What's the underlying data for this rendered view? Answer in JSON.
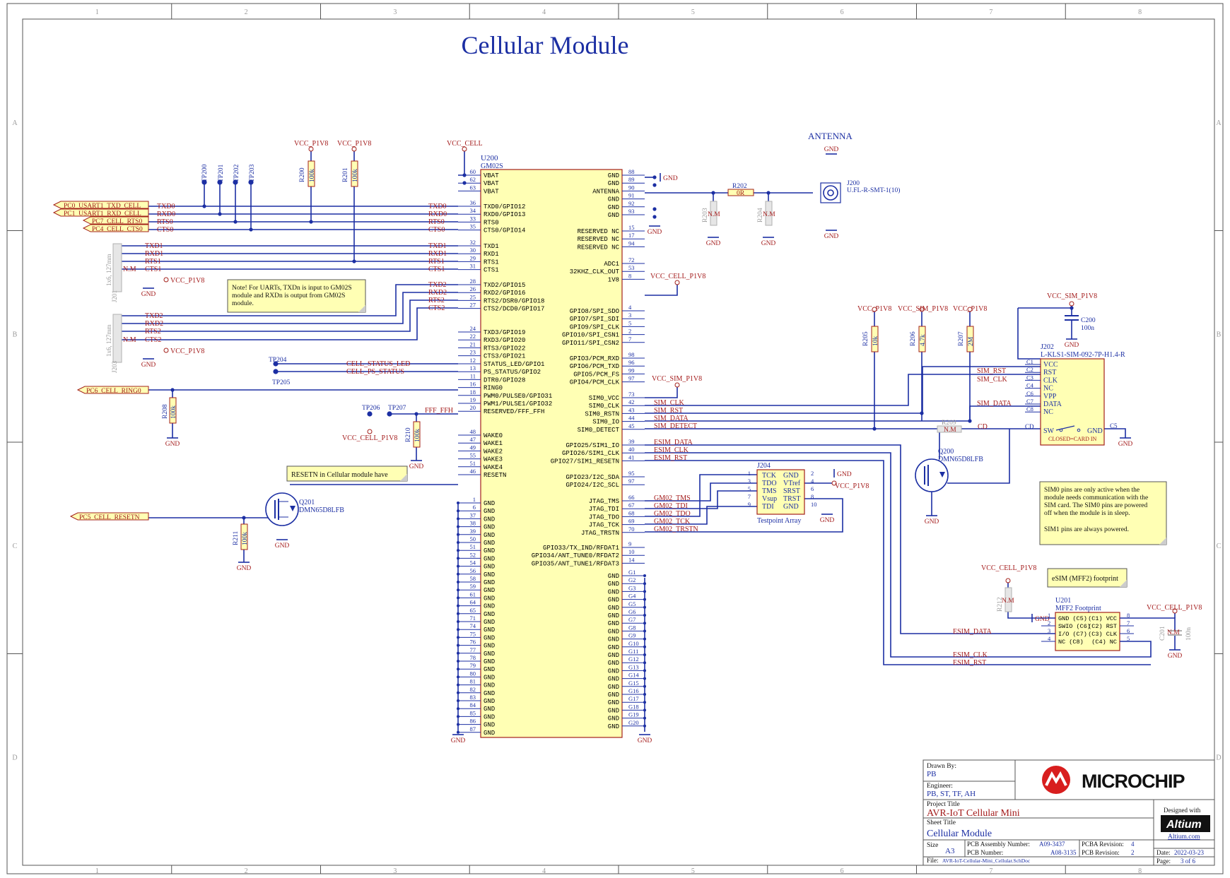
{
  "sheet": {
    "title": "Cellular Module",
    "col_labels": [
      "1",
      "2",
      "3",
      "4",
      "5",
      "6",
      "7",
      "8"
    ],
    "row_labels": [
      "A",
      "B",
      "C",
      "D"
    ]
  },
  "u200": {
    "ref": "U200",
    "part": "GM02S",
    "left_pins": [
      {
        "num": "60",
        "name": "VBAT"
      },
      {
        "num": "62",
        "name": "VBAT"
      },
      {
        "num": "63",
        "name": "VBAT"
      },
      {
        "num": "36",
        "name": "TXD0/GPIO12"
      },
      {
        "num": "34",
        "name": "RXD0/GPIO13"
      },
      {
        "num": "33",
        "name": "RTS0"
      },
      {
        "num": "35",
        "name": "CTS0/GPIO14"
      },
      {
        "num": "32",
        "name": "TXD1"
      },
      {
        "num": "30",
        "name": "RXD1"
      },
      {
        "num": "29",
        "name": "RTS1"
      },
      {
        "num": "31",
        "name": "CTS1"
      },
      {
        "num": "28",
        "name": "TXD2/GPIO15"
      },
      {
        "num": "26",
        "name": "RXD2/GPIO16"
      },
      {
        "num": "25",
        "name": "RTS2/DSR0/GPIO18"
      },
      {
        "num": "27",
        "name": "CTS2/DCD0/GPIO17"
      },
      {
        "num": "24",
        "name": "TXD3/GPIO19"
      },
      {
        "num": "22",
        "name": "RXD3/GPIO20"
      },
      {
        "num": "21",
        "name": "RTS3/GPIO22"
      },
      {
        "num": "23",
        "name": "CTS3/GPIO21"
      },
      {
        "num": "12",
        "name": "STATUS_LED/GPIO1"
      },
      {
        "num": "13",
        "name": "PS_STATUS/GPIO2"
      },
      {
        "num": "11",
        "name": "DTR0/GPIO28"
      },
      {
        "num": "16",
        "name": "RING0"
      },
      {
        "num": "18",
        "name": "PWM0/PULSE0/GPIO31"
      },
      {
        "num": "19",
        "name": "PWM1/PULSE1/GPIO32"
      },
      {
        "num": "20",
        "name": "RESERVED/FFF_FFH"
      },
      {
        "num": "48",
        "name": "WAKE0"
      },
      {
        "num": "47",
        "name": "WAKE1"
      },
      {
        "num": "49",
        "name": "WAKE2"
      },
      {
        "num": "55",
        "name": "WAKE3"
      },
      {
        "num": "51",
        "name": "WAKE4"
      },
      {
        "num": "46",
        "name": "RESETN"
      },
      {
        "num": "1",
        "name": "GND"
      },
      {
        "num": "6",
        "name": "GND"
      },
      {
        "num": "37",
        "name": "GND"
      },
      {
        "num": "38",
        "name": "GND"
      },
      {
        "num": "39",
        "name": "GND"
      },
      {
        "num": "50",
        "name": "GND"
      },
      {
        "num": "51",
        "name": "GND"
      },
      {
        "num": "52",
        "name": "GND"
      },
      {
        "num": "54",
        "name": "GND"
      },
      {
        "num": "56",
        "name": "GND"
      },
      {
        "num": "58",
        "name": "GND"
      },
      {
        "num": "59",
        "name": "GND"
      },
      {
        "num": "61",
        "name": "GND"
      },
      {
        "num": "64",
        "name": "GND"
      },
      {
        "num": "65",
        "name": "GND"
      },
      {
        "num": "71",
        "name": "GND"
      },
      {
        "num": "74",
        "name": "GND"
      },
      {
        "num": "75",
        "name": "GND"
      },
      {
        "num": "76",
        "name": "GND"
      },
      {
        "num": "77",
        "name": "GND"
      },
      {
        "num": "78",
        "name": "GND"
      },
      {
        "num": "79",
        "name": "GND"
      },
      {
        "num": "80",
        "name": "GND"
      },
      {
        "num": "81",
        "name": "GND"
      },
      {
        "num": "82",
        "name": "GND"
      },
      {
        "num": "83",
        "name": "GND"
      },
      {
        "num": "84",
        "name": "GND"
      },
      {
        "num": "85",
        "name": "GND"
      },
      {
        "num": "86",
        "name": "GND"
      },
      {
        "num": "87",
        "name": "GND"
      }
    ],
    "right_pins": [
      {
        "num": "88",
        "name": "GND"
      },
      {
        "num": "89",
        "name": "GND"
      },
      {
        "num": "90",
        "name": "ANTENNA"
      },
      {
        "num": "91",
        "name": "GND"
      },
      {
        "num": "92",
        "name": "GND"
      },
      {
        "num": "93",
        "name": "GND"
      },
      {
        "num": "15",
        "name": "RESERVED NC"
      },
      {
        "num": "17",
        "name": "RESERVED NC"
      },
      {
        "num": "94",
        "name": "RESERVED NC"
      },
      {
        "num": "72",
        "name": "ADC1"
      },
      {
        "num": "53",
        "name": "32KHZ_CLK_OUT"
      },
      {
        "num": "8",
        "name": "1V8"
      },
      {
        "num": "4",
        "name": "GPIO8/SPI_SDO"
      },
      {
        "num": "3",
        "name": "GPIO7/SPI_SDI"
      },
      {
        "num": "5",
        "name": "GPIO9/SPI_CLK"
      },
      {
        "num": "2",
        "name": "GPIO10/SPI_CSN1"
      },
      {
        "num": "7",
        "name": "GPIO11/SPI_CSN2"
      },
      {
        "num": "98",
        "name": "GPIO3/PCM_RXD"
      },
      {
        "num": "96",
        "name": "GPIO6/PCM_TXD"
      },
      {
        "num": "99",
        "name": "GPIO5/PCM_FS"
      },
      {
        "num": "97",
        "name": "GPIO4/PCM_CLK"
      },
      {
        "num": "73",
        "name": "SIM0_VCC"
      },
      {
        "num": "42",
        "name": "SIM0_CLK"
      },
      {
        "num": "43",
        "name": "SIM0_RSTN"
      },
      {
        "num": "44",
        "name": "SIM0_IO"
      },
      {
        "num": "45",
        "name": "SIM0_DETECT"
      },
      {
        "num": "39",
        "name": "GPIO25/SIM1_IO"
      },
      {
        "num": "40",
        "name": "GPIO26/SIM1_CLK"
      },
      {
        "num": "41",
        "name": "GPIO27/SIM1_RESETN"
      },
      {
        "num": "95",
        "name": "GPIO23/I2C_SDA"
      },
      {
        "num": "97",
        "name": "GPIO24/I2C_SCL"
      },
      {
        "num": "66",
        "name": "JTAG_TMS"
      },
      {
        "num": "67",
        "name": "JTAG_TDI"
      },
      {
        "num": "68",
        "name": "JTAG_TDO"
      },
      {
        "num": "69",
        "name": "JTAG_TCK"
      },
      {
        "num": "70",
        "name": "JTAG_TRSTN"
      },
      {
        "num": "9",
        "name": "GPIO33/TX_IND/RFDAT1"
      },
      {
        "num": "10",
        "name": "GPIO34/ANT_TUNE0/RFDAT2"
      },
      {
        "num": "14",
        "name": "GPIO35/ANT_TUNE1/RFDAT3"
      },
      {
        "num": "G1",
        "name": "GND"
      },
      {
        "num": "G2",
        "name": "GND"
      },
      {
        "num": "G3",
        "name": "GND"
      },
      {
        "num": "G4",
        "name": "GND"
      },
      {
        "num": "G5",
        "name": "GND"
      },
      {
        "num": "G6",
        "name": "GND"
      },
      {
        "num": "G7",
        "name": "GND"
      },
      {
        "num": "G8",
        "name": "GND"
      },
      {
        "num": "G9",
        "name": "GND"
      },
      {
        "num": "G10",
        "name": "GND"
      },
      {
        "num": "G11",
        "name": "GND"
      },
      {
        "num": "G12",
        "name": "GND"
      },
      {
        "num": "G13",
        "name": "GND"
      },
      {
        "num": "G14",
        "name": "GND"
      },
      {
        "num": "G15",
        "name": "GND"
      },
      {
        "num": "G16",
        "name": "GND"
      },
      {
        "num": "G17",
        "name": "GND"
      },
      {
        "num": "G18",
        "name": "GND"
      },
      {
        "num": "G19",
        "name": "GND"
      },
      {
        "num": "G20",
        "name": "GND"
      }
    ]
  },
  "ports": [
    "PC0_USART1_TXD_CELL",
    "PC1_USART1_RXD_CELL",
    "PC7_CELL_RTS0",
    "PC4_CELL_CTS0",
    "PC6_CELL_RING0",
    "PC5_CELL_RESETN"
  ],
  "testpoints": [
    "TP200",
    "TP201",
    "TP202",
    "TP203",
    "TP204",
    "TP205",
    "TP206",
    "TP207"
  ],
  "power": {
    "vp1v8": "VCC_P1V8",
    "vcell": "VCC_CELL",
    "vsim": "VCC_SIM_P1V8",
    "vcellp1v8": "VCC_CELL_P1V8",
    "gnd": "GND"
  },
  "nets": {
    "txd0": "TXD0",
    "rxd0": "RXD0",
    "rts0": "RTS0",
    "cts0": "CTS0",
    "txd1": "TXD1",
    "rxd1": "RXD1",
    "rts1": "RTS1",
    "cts1": "CTS1",
    "txd2": "TXD2",
    "rxd2": "RXD2",
    "rts2": "RTS2",
    "cts2": "CTS2",
    "status_led": "CELL_STATUS_LED",
    "ps_status": "CELL_PS_STATUS",
    "fff": "FFF_FFH",
    "sim_clk": "SIM_CLK",
    "sim_rst": "SIM_RST",
    "sim_data": "SIM_DATA",
    "sim_detect": "SIM_DETECT",
    "esim_data": "ESIM_DATA",
    "esim_clk": "ESIM_CLK",
    "esim_rst": "ESIM_RST",
    "gm_tms": "GM02_TMS",
    "gm_tdi": "GM02_TDI",
    "gm_tdo": "GM02_TDO",
    "gm_tck": "GM02_TCK",
    "gm_trstn": "GM02_TRSTN",
    "cd": "CD"
  },
  "components": {
    "r200": {
      "ref": "R200",
      "val": "100k"
    },
    "r201": {
      "ref": "R201",
      "val": "100k"
    },
    "r202": {
      "ref": "R202",
      "val": "0R"
    },
    "r203": {
      "ref": "R203",
      "val": "N.M"
    },
    "r204": {
      "ref": "R204",
      "val": "N.M"
    },
    "r205": {
      "ref": "R205",
      "val": "10k"
    },
    "r206": {
      "ref": "R206",
      "val": "4.7k"
    },
    "r207": {
      "ref": "R207",
      "val": "2M"
    },
    "r208": {
      "ref": "R208",
      "val": "100k"
    },
    "r209": {
      "ref": "R209",
      "val": "N.M"
    },
    "r210": {
      "ref": "R210",
      "val": "100k"
    },
    "r211": {
      "ref": "R211",
      "val": "100k"
    },
    "r212": {
      "ref": "R212",
      "val": "N.M"
    },
    "c200": {
      "ref": "C200",
      "val": "100n"
    },
    "c201": {
      "ref": "C201",
      "val": "100n",
      "nm": "N.M"
    },
    "j200": {
      "ref": "J200",
      "val": "U.FL-R-SMT-1(10)"
    },
    "j201": {
      "ref": "J201",
      "val": "1x6, 127mm",
      "nm": "N.M"
    },
    "j203": {
      "ref": "J203",
      "val": "1x6, 127mm",
      "nm": "N.M"
    },
    "j202": {
      "ref": "J202",
      "val": "L-KLS1-SIM-092-7P-H1.4-R",
      "pins": [
        "VCC",
        "RST",
        "CLK",
        "NC",
        "VPP",
        "DATA",
        "NC"
      ],
      "pin_nums": [
        "C1",
        "C2",
        "C3",
        "C4",
        "C6",
        "C7",
        "C8"
      ],
      "sw": "SW",
      "gnd": "GND",
      "c5": "C5",
      "note": "CLOSED=CARD IN",
      "cd": "CD"
    },
    "j204": {
      "ref": "J204",
      "val": "Testpoint Array",
      "left": [
        "TCK",
        "TDO",
        "TMS",
        "Vsup",
        "TDI"
      ],
      "right": [
        "GND",
        "VTref",
        "SRST",
        "TRST",
        "GND"
      ],
      "lnum": [
        "1",
        "3",
        "5",
        "7",
        "9"
      ],
      "rnum": [
        "2",
        "4",
        "6",
        "8",
        "10"
      ]
    },
    "q200": {
      "ref": "Q200",
      "val": "DMN65D8LFB"
    },
    "q201": {
      "ref": "Q201",
      "val": "DMN65D8LFB"
    },
    "u201": {
      "ref": "U201",
      "val": "MFF2 Footprint",
      "left": [
        "GND (C5)",
        "SWIO (C6)",
        "I/O (C7)",
        "NC (C8)"
      ],
      "right": [
        "(C1) VCC",
        "(C2) RST",
        "(C3) CLK",
        "(C4) NC"
      ],
      "lnum": [
        "1",
        "2",
        "3",
        "4"
      ],
      "rnum": [
        "8",
        "7",
        "6",
        "5"
      ]
    },
    "antenna_label": "ANTENNA"
  },
  "notes": {
    "uart": "Note! For UARTs, TXDn is input to GM02S module and RXDn is output from GM02S module.",
    "resetn": "RESETN in Cellular module have",
    "sim": "SIM0 pins are only active when the module needs communication with the SIM card. The SIM0 pins are powered off when the module is in sleep.",
    "sim1": "SIM1 pins are always powered.",
    "esim": "eSIM (MFF2) footprint"
  },
  "titleblock": {
    "drawn_by_label": "Drawn By:",
    "drawn_by": "PB",
    "engineer_label": "Engineer:",
    "engineer": "PB, ST, TF, AH",
    "logo": "MICROCHIP",
    "project_label": "Project Title",
    "project": "AVR-IoT Cellular Mini",
    "sheet_label": "Sheet Title",
    "sheet": "Cellular Module",
    "size_label": "Size",
    "size": "A3",
    "pcba_label": "PCB Assembly Number:",
    "pcba": "A09-3437",
    "pcb_label": "PCB Number:",
    "pcb": "A08-3135",
    "pcba_rev_label": "PCBA Revision:",
    "pcba_rev": "4",
    "pcb_rev_label": "PCB   Revision:",
    "pcb_rev": "2",
    "designed_with": "Designed with",
    "altium": "Altium",
    "altium_url": "Altium.com",
    "date_label": "Date:",
    "date": "2022-03-23",
    "page_label": "Page:",
    "page": "3 of 6",
    "file_label": "File:",
    "file": "AVR-IoT-Cellular-Mini_Cellular.SchDoc"
  }
}
